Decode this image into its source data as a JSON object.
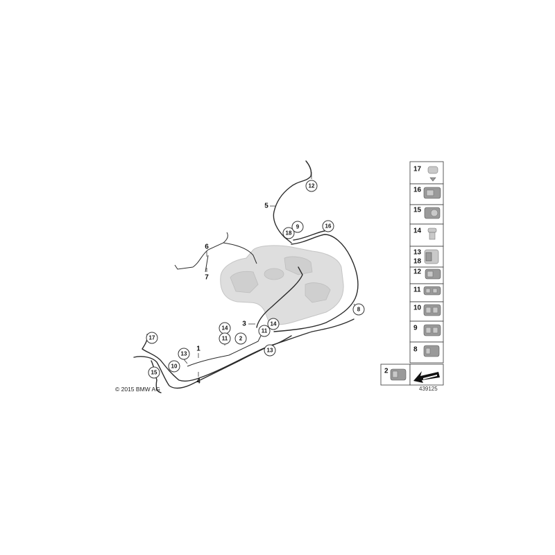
{
  "copyright": "© 2015 BMW AG",
  "drawing_number": "439125",
  "callouts": {
    "c12": "12",
    "c18": "18",
    "c9": "9",
    "c16": "16",
    "c8": "8",
    "c14a": "14",
    "c14b": "14",
    "c11a": "11",
    "c11b": "11",
    "c2": "2",
    "c13a": "13",
    "c13b": "13",
    "c17": "17",
    "c10": "10",
    "c15": "15"
  },
  "labels": {
    "l1": "1",
    "l3": "3",
    "l4": "4",
    "l5": "5",
    "l6": "6",
    "l7": "7"
  },
  "legend": {
    "items": [
      "17",
      "16",
      "15",
      "14",
      "13",
      "18",
      "12",
      "11",
      "10",
      "9",
      "8"
    ],
    "bottom_item": "2"
  },
  "icons": {
    "arrow": "arrow-icon"
  }
}
